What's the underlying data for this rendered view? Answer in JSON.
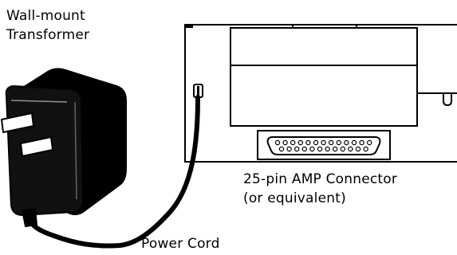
{
  "labels": {
    "transformer": [
      "Wall-mount",
      "Transformer"
    ],
    "connector": [
      "25-pin AMP Connector",
      "(or equivalent)"
    ],
    "power_cord": "Power Cord"
  },
  "colors": {
    "ink": "#000000",
    "paper": "#ffffff"
  }
}
